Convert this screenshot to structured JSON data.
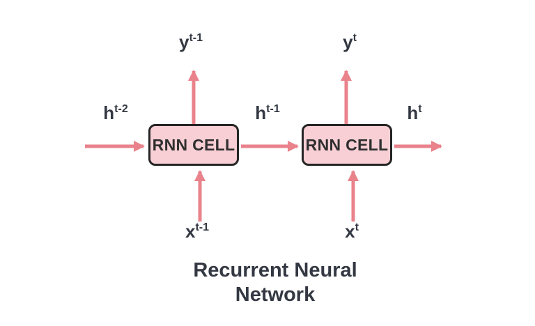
{
  "title": {
    "line1": "Recurrent Neural",
    "line2": "Network"
  },
  "cells": [
    {
      "label": "RNN CELL"
    },
    {
      "label": "RNN CELL"
    }
  ],
  "labels": {
    "h_prev2": {
      "base": "h",
      "sup": "t-2"
    },
    "y_prev": {
      "base": "y",
      "sup": "t-1"
    },
    "h_prev": {
      "base": "h",
      "sup": "t-1"
    },
    "y_curr": {
      "base": "y",
      "sup": "t"
    },
    "h_curr": {
      "base": "h",
      "sup": "t"
    },
    "x_prev": {
      "base": "x",
      "sup": "t-1"
    },
    "x_curr": {
      "base": "x",
      "sup": "t"
    }
  },
  "colors": {
    "arrow": "#e9828b",
    "cell_fill": "#f7cfd5",
    "cell_border": "#252525",
    "cell_text": "#2f2f2f",
    "label_text": "#333842",
    "background": "#ffffff"
  }
}
